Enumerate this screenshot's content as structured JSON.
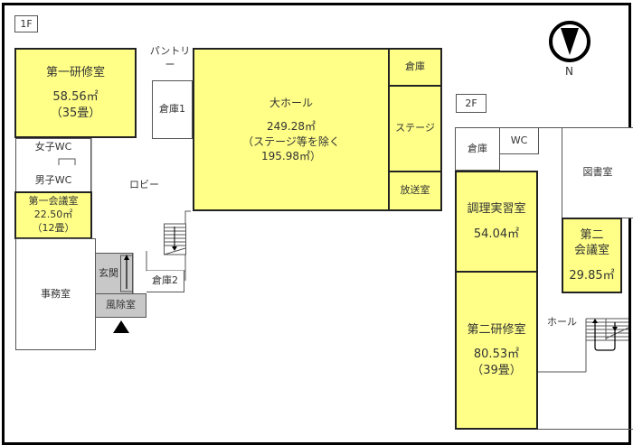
{
  "colors": {
    "room_highlight": "#ffff88",
    "entrance_gray": "#c8c8c8",
    "wall": "#555555"
  },
  "compass": {
    "label": "N",
    "icon": "north-arrow-icon"
  },
  "floor1": {
    "tag": "1F",
    "rooms": {
      "training1": {
        "name": "第一研修室",
        "area": "58.56㎡",
        "tatami": "（35畳）"
      },
      "pantry": {
        "name": "パントリー"
      },
      "storage1": {
        "name": "倉庫1"
      },
      "hall": {
        "name": "大ホール",
        "area": "249.28㎡",
        "note": "（ステージ等を除く",
        "area_excl": "195.98㎡）"
      },
      "storage_stage": {
        "name": "倉庫"
      },
      "stage": {
        "name": "ステージ"
      },
      "broadcast": {
        "name": "放送室"
      },
      "wc_women": {
        "name": "女子WC"
      },
      "wc_men": {
        "name": "男子WC"
      },
      "lobby": {
        "name": "ロビー"
      },
      "meeting1": {
        "name": "第一会議室",
        "area": "22.50㎡",
        "tatami": "（12畳）"
      },
      "office": {
        "name": "事務室"
      },
      "entrance": {
        "name": "玄関"
      },
      "windbreak": {
        "name": "風除室"
      },
      "storage2": {
        "name": "倉庫2"
      }
    }
  },
  "floor2": {
    "tag": "2F",
    "rooms": {
      "storage": {
        "name": "倉庫"
      },
      "wc": {
        "name": "WC"
      },
      "library": {
        "name": "図書室"
      },
      "cooking": {
        "name": "調理実習室",
        "area": "54.04㎡"
      },
      "meeting2": {
        "name_line1": "第二",
        "name_line2": "会議室",
        "area": "29.85㎡"
      },
      "hall": {
        "name": "ホール"
      },
      "training2": {
        "name": "第二研修室",
        "area": "80.53㎡",
        "tatami": "（39畳）"
      }
    }
  }
}
